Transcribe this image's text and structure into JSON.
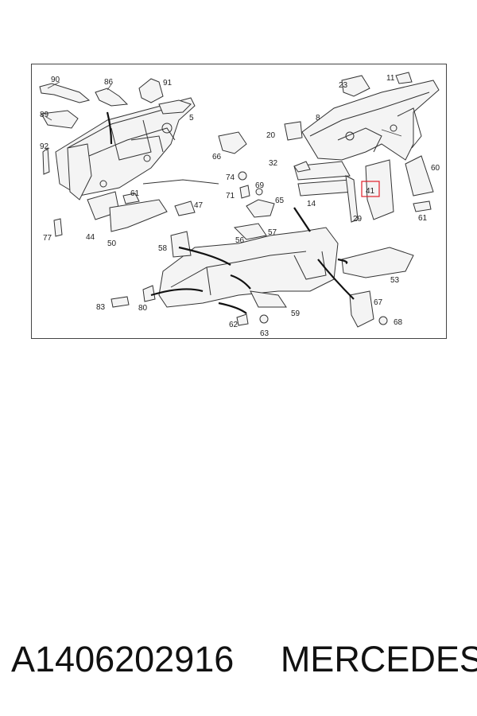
{
  "diagram": {
    "callouts": {
      "c90": "90",
      "c86": "86",
      "c91": "91",
      "c89": "89",
      "c5": "5",
      "c92": "92",
      "c66": "66",
      "c20": "20",
      "c8": "8",
      "c23": "23",
      "c11": "11",
      "c32": "32",
      "c60": "60",
      "c74": "74",
      "c71": "71",
      "c69": "69",
      "c65": "65",
      "c14": "14",
      "c41": "41",
      "c29": "29",
      "c61a": "61",
      "c61b": "61",
      "c47": "47",
      "c77": "77",
      "c44": "44",
      "c50": "50",
      "c56": "56",
      "c57": "57",
      "c58": "58",
      "c53": "53",
      "c67": "67",
      "c83": "83",
      "c80": "80",
      "c59": "59",
      "c62": "62",
      "c63": "63",
      "c68": "68"
    },
    "highlight_color": "#e0202a"
  },
  "caption": {
    "part_number": "A1406202916",
    "brand": "MERCEDES"
  }
}
